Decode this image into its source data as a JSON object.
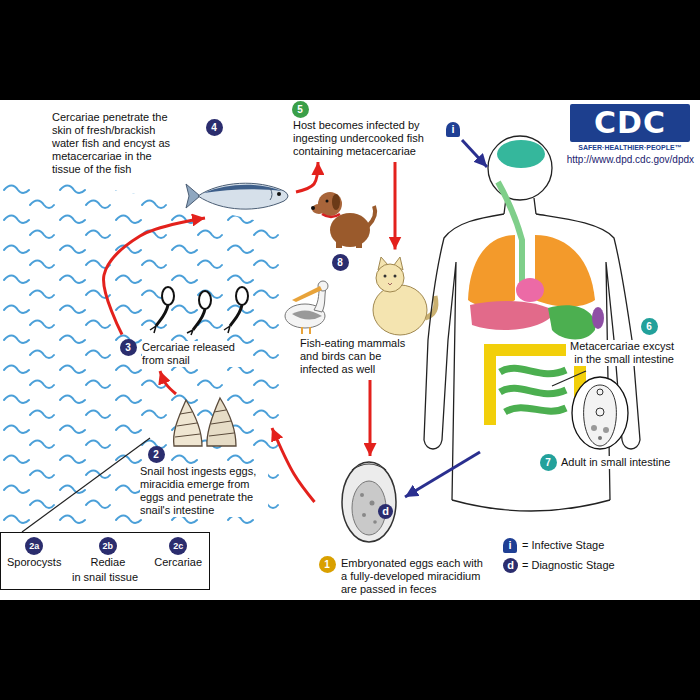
{
  "diagram": {
    "nodes": [
      {
        "text": [
          "1",
          "Embryonated eggs each with a fully-developed miracidium are passed in feces"
        ]
      },
      {
        "text": [
          "2",
          "Snail host ingests eggs, miracidia emerge from eggs and penetrate the snail's intestine"
        ]
      },
      {
        "text": [
          "in snail tissue"
        ]
      },
      {
        "text": [
          "2a",
          "Sporocysts"
        ],
        "in": 2
      },
      {
        "text": [
          "2b",
          "Rediae"
        ],
        "in": 2
      },
      {
        "text": [
          "2c",
          "Cercariae"
        ],
        "in": 2
      },
      {
        "text": [
          "3",
          "Cercariae released from snail"
        ]
      },
      {
        "text": [
          "4",
          "Cercariae penetrate the skin of fresh/brackish water fish and encyst as metacercariae in the tissue of the fish"
        ]
      },
      {
        "text": [
          "5",
          "Host becomes infected by ingesting undercooked fish containing metacercariae"
        ]
      },
      {
        "text": [
          "6",
          "Metacercariae excyst in the small intestine"
        ]
      },
      {
        "text": [
          "7",
          "Adult in small intestine"
        ]
      },
      {
        "text": [
          "8",
          "Fish-eating mammals and birds can be infected as well"
        ]
      }
    ],
    "edges": [
      {
        "from": 0,
        "to": 1,
        "arrow": "to"
      },
      {
        "from": 1,
        "to": 6,
        "arrow": "to"
      },
      {
        "from": 6,
        "to": 7,
        "arrow": "to"
      },
      {
        "from": 7,
        "to": 8,
        "arrow": "to"
      },
      {
        "from": 8,
        "to": 11,
        "arrow": "to"
      },
      {
        "from": 11,
        "to": 0,
        "arrow": "to"
      },
      {
        "from": 3,
        "to": 4,
        "arrow": "to"
      },
      {
        "from": 4,
        "to": 5,
        "arrow": "to"
      }
    ],
    "labels": [
      "CDC",
      "SAFER·HEALTHIER·PEOPLE™",
      "http://www.dpd.cdc.gov/dpdx",
      "i",
      "d",
      "i",
      "d"
    ],
    "legend": [
      {
        "text": "= Infective Stage"
      },
      {
        "text": "= Diagnostic Stage"
      }
    ]
  }
}
